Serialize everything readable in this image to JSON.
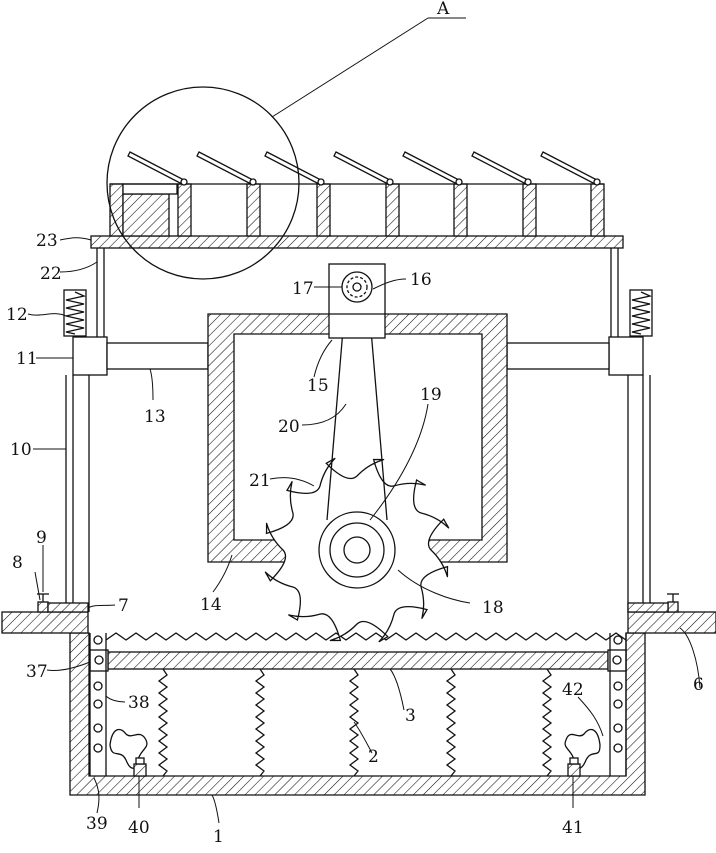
{
  "drawing": {
    "detail_label": "A",
    "part_labels": [
      "1",
      "2",
      "3",
      "6",
      "7",
      "8",
      "9",
      "10",
      "11",
      "12",
      "13",
      "14",
      "15",
      "16",
      "17",
      "18",
      "19",
      "20",
      "21",
      "22",
      "23",
      "37",
      "38",
      "39",
      "40",
      "41",
      "42"
    ]
  }
}
